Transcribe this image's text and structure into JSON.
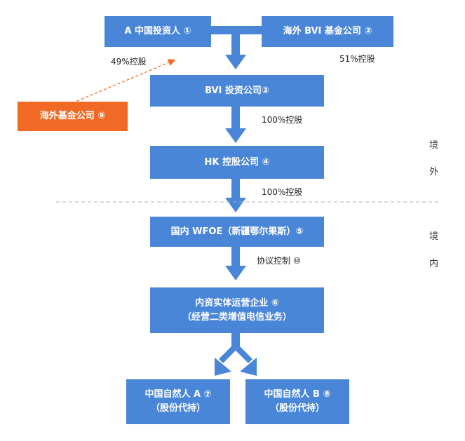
{
  "colors": {
    "box_blue": "#4a86d8",
    "box_orange": "#f06a26",
    "arrow_blue": "#4a86d8",
    "dashed_orange": "#f06a26",
    "divider_gray": "#b0b0b0"
  },
  "nodes": {
    "a_investor": "A 中国投资人 ①",
    "overseas_bvi_fund": "海外 BVI 基金公司 ②",
    "bvi_investment": "BVI 投资公司③",
    "hk_holding": "HK 控股公司 ④",
    "domestic_wfoe": "国内 WFOE（新疆鄂尔果斯）⑤",
    "domestic_operating_line1": "内资实体运营企业 ⑥",
    "domestic_operating_line2": "（经营二类增值电信业务）",
    "natural_person_a_line1": "中国自然人 A ⑦",
    "natural_person_a_line2": "（股份代持）",
    "natural_person_b_line1": "中国自然人 B ⑧",
    "natural_person_b_line2": "（股份代持）",
    "overseas_fund": "海外基金公司 ⑨"
  },
  "edge_labels": {
    "a_share": "49%控股",
    "bvi_fund_share": "51%控股",
    "bvi_to_hk": "100%控股",
    "hk_to_wfoe": "100%控股",
    "wfoe_to_operating": "协议控制 ⑩"
  },
  "regions": {
    "offshore_chars": [
      "境",
      "外"
    ],
    "onshore_chars": [
      "境",
      "内"
    ]
  }
}
